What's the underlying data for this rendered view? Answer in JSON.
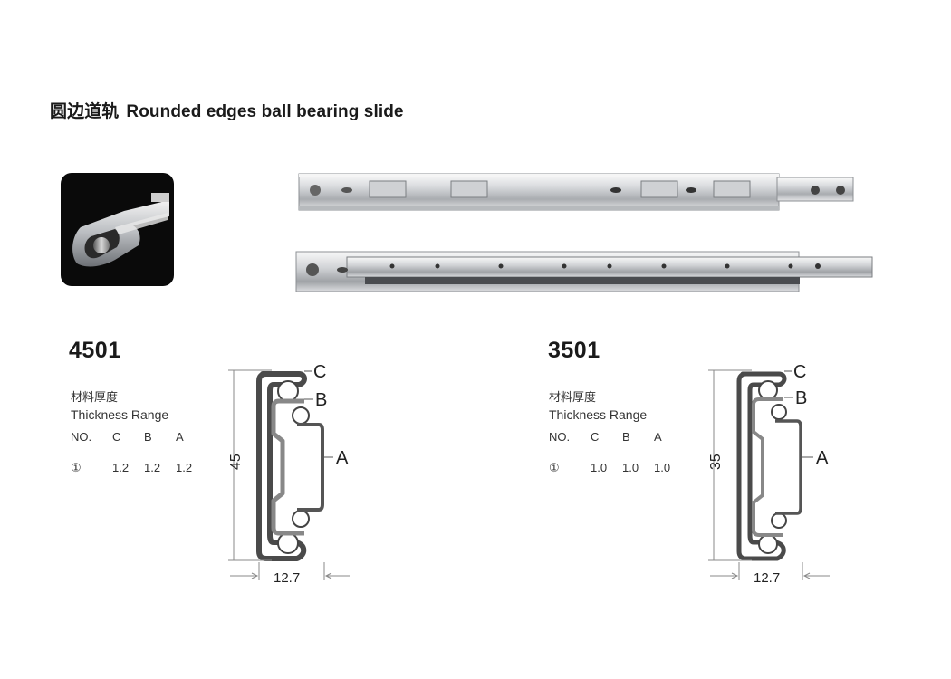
{
  "title": {
    "cn": "圆边道轨",
    "en": "Rounded edges ball bearing slide"
  },
  "models": [
    {
      "code": "4501",
      "thickness_label_cn": "材料厚度",
      "thickness_label_en": "Thickness Range",
      "table_headers": [
        "NO.",
        "C",
        "B",
        "A"
      ],
      "table_row": [
        "①",
        "1.2",
        "1.2",
        "1.2"
      ],
      "height_dim": "45",
      "width_dim": "12.7",
      "labels": {
        "c": "C",
        "b": "B",
        "a": "A"
      }
    },
    {
      "code": "3501",
      "thickness_label_cn": "材料厚度",
      "thickness_label_en": "Thickness Range",
      "table_headers": [
        "NO.",
        "C",
        "B",
        "A"
      ],
      "table_row": [
        "①",
        "1.0",
        "1.0",
        "1.0"
      ],
      "height_dim": "35",
      "width_dim": "12.7",
      "labels": {
        "c": "C",
        "b": "B",
        "a": "A"
      }
    }
  ],
  "icons": {
    "profile_photo": "rail-cross-section-photo-icon",
    "rail_closed": "slide-rail-closed-icon",
    "rail_open": "slide-rail-extended-icon"
  }
}
